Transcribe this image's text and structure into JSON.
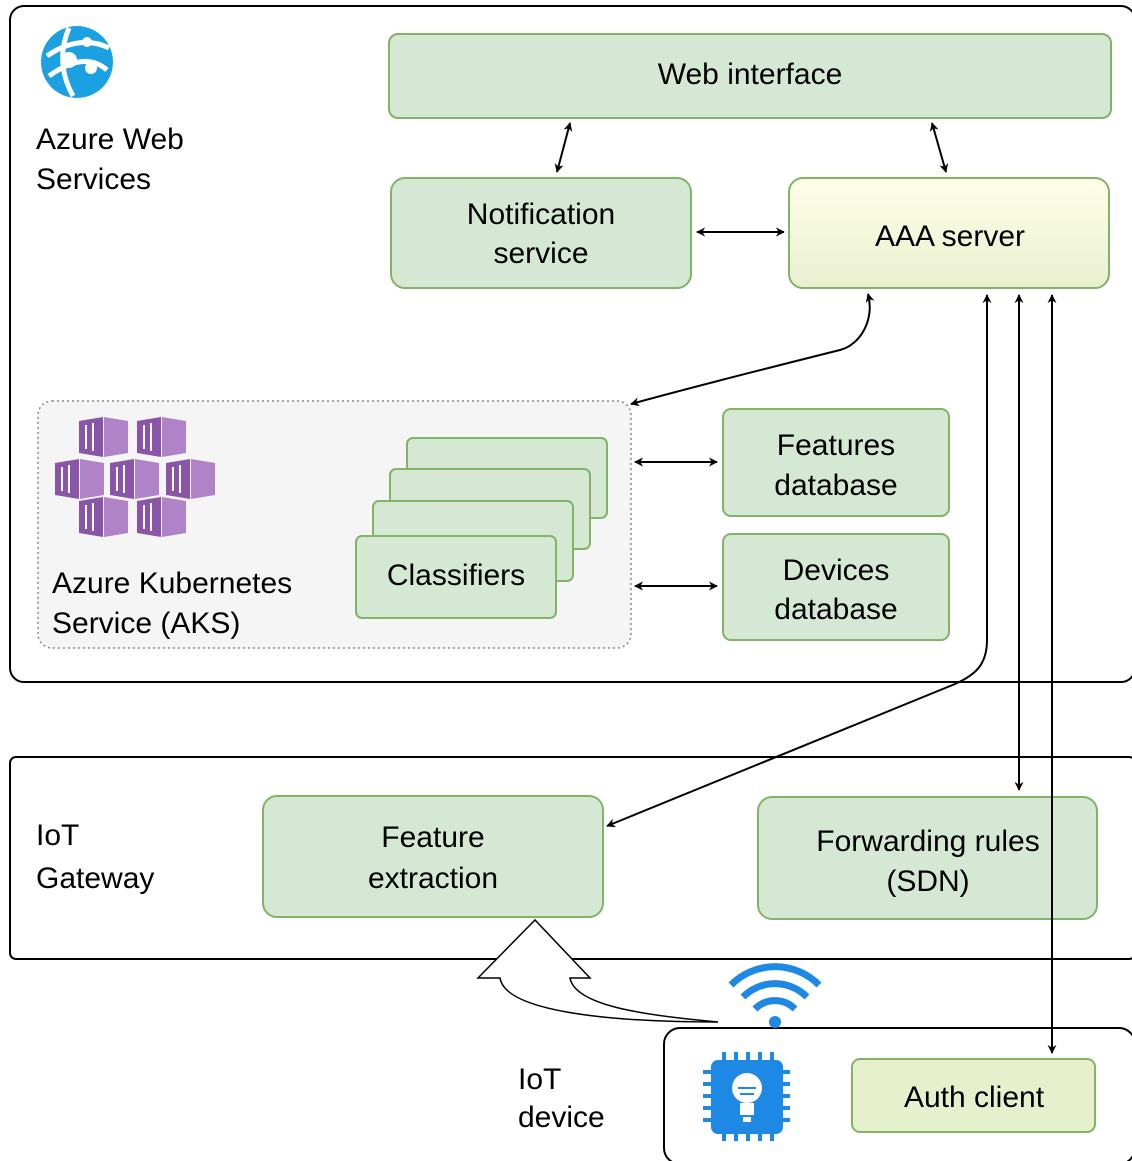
{
  "azure": {
    "label_line1": "Azure Web",
    "label_line2": "Services"
  },
  "web_interface": {
    "label": "Web interface"
  },
  "notification": {
    "line1": "Notification",
    "line2": "service"
  },
  "aaa": {
    "label": "AAA server"
  },
  "aks": {
    "label_line1": "Azure Kubernetes",
    "label_line2": "Service (AKS)",
    "classifiers_label": "Classifiers"
  },
  "features_db": {
    "line1": "Features",
    "line2": "database"
  },
  "devices_db": {
    "line1": "Devices",
    "line2": "database"
  },
  "gateway": {
    "label_line1": "IoT",
    "label_line2": "Gateway",
    "feature_extraction_line1": "Feature",
    "feature_extraction_line2": "extraction",
    "forwarding_line1": "Forwarding rules",
    "forwarding_line2": "(SDN)"
  },
  "device": {
    "label_line1": "IoT",
    "label_line2": "device",
    "auth_client": "Auth client"
  },
  "icons": {
    "azure_web": "azure-web-services-icon",
    "kubernetes": "kubernetes-service-icon",
    "wifi": "wifi-icon",
    "chip": "iot-chip-icon"
  },
  "colors": {
    "box_fill": "#d5e8d4",
    "box_stroke": "#82b366",
    "aaa_fill_top": "#ffffe6",
    "aaa_fill_bottom": "#e6f0cc",
    "aks_fill": "#f5f5f5",
    "azure_blue": "#1ba1e2",
    "kube_purple": "#8a55a8",
    "wifi_blue": "#1e88e5"
  }
}
